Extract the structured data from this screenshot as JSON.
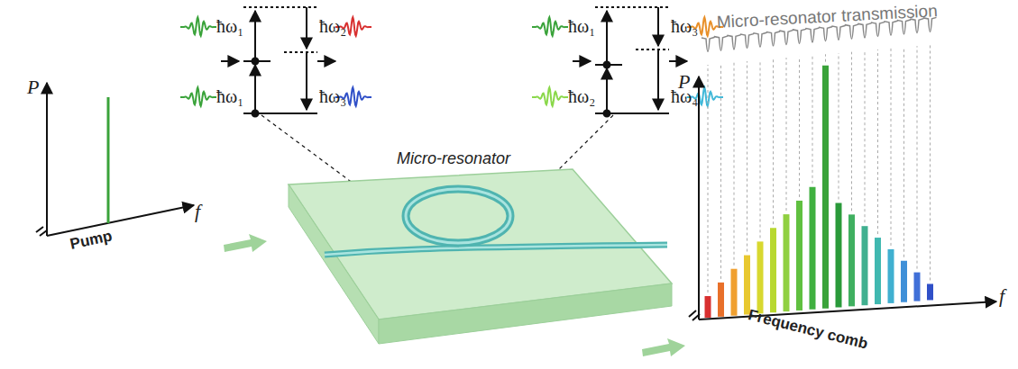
{
  "diagram": {
    "nodes": [
      {
        "text": [
          "Micro-resonator"
        ]
      }
    ],
    "labels": [
      "P",
      "Pump",
      "f",
      "ħω₁",
      "ħω₁",
      "ħω₂",
      "ħω₃",
      "ħω₁",
      "ħω₂",
      "ħω₃",
      "ħω₄",
      "Micro-resonator transmission",
      "P",
      "Frequency comb",
      "f"
    ]
  }
}
